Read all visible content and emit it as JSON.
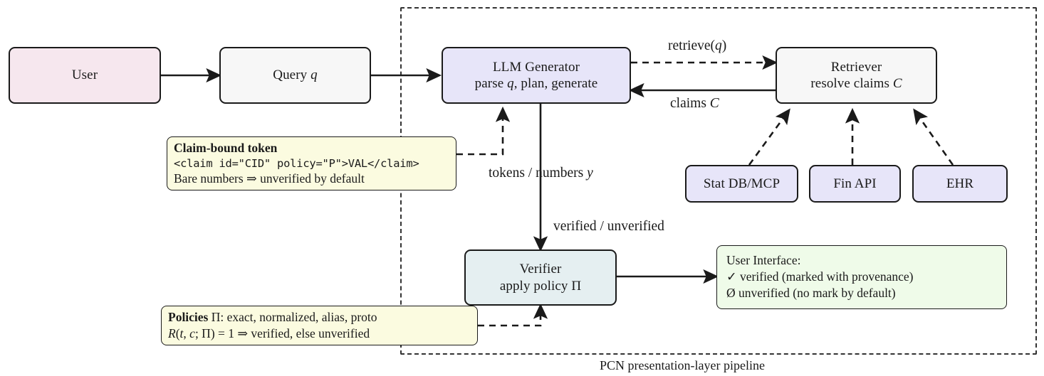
{
  "figure": {
    "caption": "PCN presentation-layer pipeline",
    "boundary_label": "pipeline-boundary"
  },
  "colors": {
    "user_fill": "#f6e7ee",
    "query_fill": "#f7f7f7",
    "generator_fill": "#e7e5f9",
    "retriever_fill": "#f7f7f7",
    "source_fill": "#e7e5f9",
    "verifier_fill": "#e5eff1",
    "ui_fill": "#effbe9",
    "note_fill": "#fbfbe0",
    "stroke": "#1a1a1a"
  },
  "nodes": {
    "user": {
      "label": "User"
    },
    "query": {
      "label": "Query q"
    },
    "generator": {
      "line1": "LLM Generator",
      "line2": "parse q, plan, generate"
    },
    "retriever": {
      "line1": "Retriever",
      "line2": "resolve claims C"
    },
    "stat_db": {
      "label": "Stat DB/MCP"
    },
    "fin_api": {
      "label": "Fin API"
    },
    "ehr": {
      "label": "EHR"
    },
    "verifier": {
      "line1": "Verifier",
      "line2": "apply policy Π"
    }
  },
  "notes": {
    "claim_token": {
      "title": "Claim-bound token",
      "code": "<claim id=\"CID\" policy=\"P\">VAL</claim>",
      "line3": "Bare numbers ⇒ unverified by default"
    },
    "policies": {
      "title": "Policies",
      "line1_rest": " Π: exact, normalized, alias, proto",
      "line2": "R(t, c; Π) = 1 ⇒ verified, else unverified"
    },
    "user_interface": {
      "line1": "User Interface:",
      "line2": "✓ verified (marked with provenance)",
      "line3": "Ø unverified (no mark by default)"
    }
  },
  "edges": {
    "retrieve": {
      "label": "retrieve(q)",
      "style": "dashed"
    },
    "claims": {
      "label": "claims C",
      "style": "solid"
    },
    "tokens": {
      "label": "tokens / numbers y",
      "style": "solid"
    },
    "verified": {
      "label": "verified / unverified",
      "style": "solid"
    }
  }
}
